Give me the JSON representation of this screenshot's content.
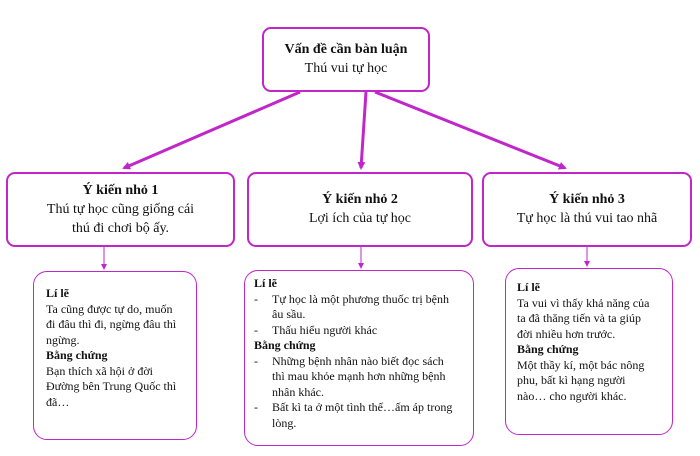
{
  "top": {
    "title": "Vấn đề cần bàn luận",
    "subtitle": "Thú vui tự học"
  },
  "opinions": [
    {
      "title": "Ý kiến nhỏ 1",
      "lines": [
        "Thú tự học cũng giống cái",
        "thú đi chơi bộ ấy."
      ]
    },
    {
      "title": "Ý kiến nhỏ 2",
      "lines": [
        "Lợi ích của tự học"
      ]
    },
    {
      "title": "Ý kiến nhỏ 3",
      "lines": [
        "Tự học là thú vui tao nhã"
      ]
    }
  ],
  "details": [
    {
      "reason_heading": "Lí lẽ",
      "reason_lines": [
        "Ta cũng được tự do, muốn",
        "đi đâu thì đi, ngừng đâu thì",
        "ngừng."
      ],
      "evidence_heading": "Bằng chứng",
      "evidence_lines": [
        "Bạn thích xã hội ở đời",
        "Đường bên Trung Quốc thì",
        "đã…"
      ]
    },
    {
      "reason_heading": "Lí lẽ",
      "reason_bullets": [
        [
          "Tự học là một phương thuốc trị bệnh",
          "âu sầu."
        ],
        [
          "Thấu hiểu người khác"
        ]
      ],
      "evidence_heading": "Bằng chứng",
      "evidence_bullets": [
        [
          "Những bệnh nhân nào biết đọc sách",
          "thì mau khỏe mạnh hơn những bệnh",
          "nhân khác."
        ],
        [
          "Bất kì ta ở một tình thế…ấm áp trong",
          "lòng."
        ]
      ],
      "bullet_mark": "-"
    },
    {
      "reason_heading": "Lí lẽ",
      "reason_lines": [
        "Ta vui vì thấy khả năng của",
        "ta đã thăng tiến và ta giúp",
        "đời nhiều hơn trước."
      ],
      "evidence_heading": "Bằng chứng",
      "evidence_lines": [
        "Một thầy kí, một bác nông",
        "phu, bất kì hạng người",
        "nào… cho người khác."
      ]
    }
  ],
  "colors": {
    "border": "#c026c9",
    "arrow": "#c026c9"
  }
}
